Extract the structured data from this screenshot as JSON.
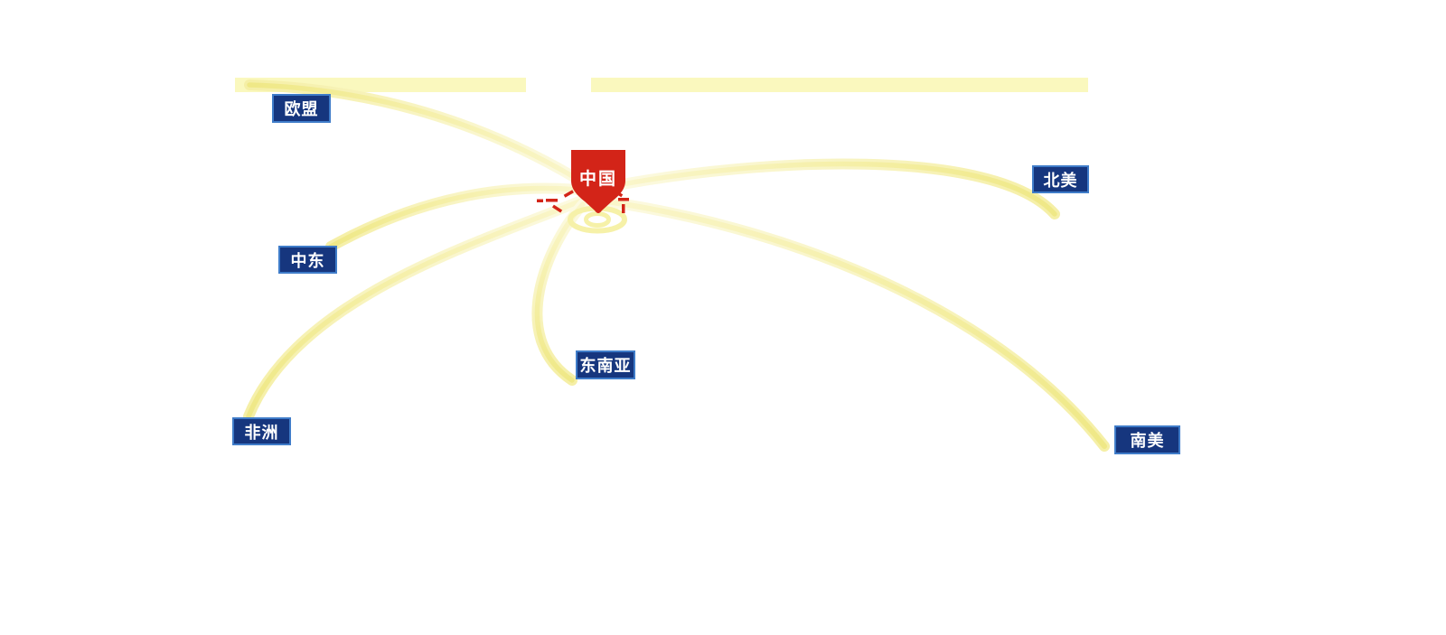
{
  "diagram": {
    "center": {
      "label": "中国"
    },
    "regions": [
      {
        "id": "eu",
        "label": "欧盟"
      },
      {
        "id": "middle-east",
        "label": "中东"
      },
      {
        "id": "north-america",
        "label": "北美"
      },
      {
        "id": "southeast-asia",
        "label": "东南亚"
      },
      {
        "id": "africa",
        "label": "非洲"
      },
      {
        "id": "south-america",
        "label": "南美"
      }
    ],
    "links": [
      {
        "from": "中国",
        "to": "欧盟"
      },
      {
        "from": "中国",
        "to": "中东"
      },
      {
        "from": "中国",
        "to": "北美"
      },
      {
        "from": "中国",
        "to": "东南亚"
      },
      {
        "from": "中国",
        "to": "非洲"
      },
      {
        "from": "中国",
        "to": "南美"
      }
    ],
    "colors": {
      "route_core": "#F3EC96",
      "route_halo": "#FBF9D8",
      "bar": "#FAF8BE",
      "label_bg": "#16367E",
      "label_border": "#3F7CC9",
      "pin": "#D32418",
      "text": "#FFFFFF"
    }
  }
}
